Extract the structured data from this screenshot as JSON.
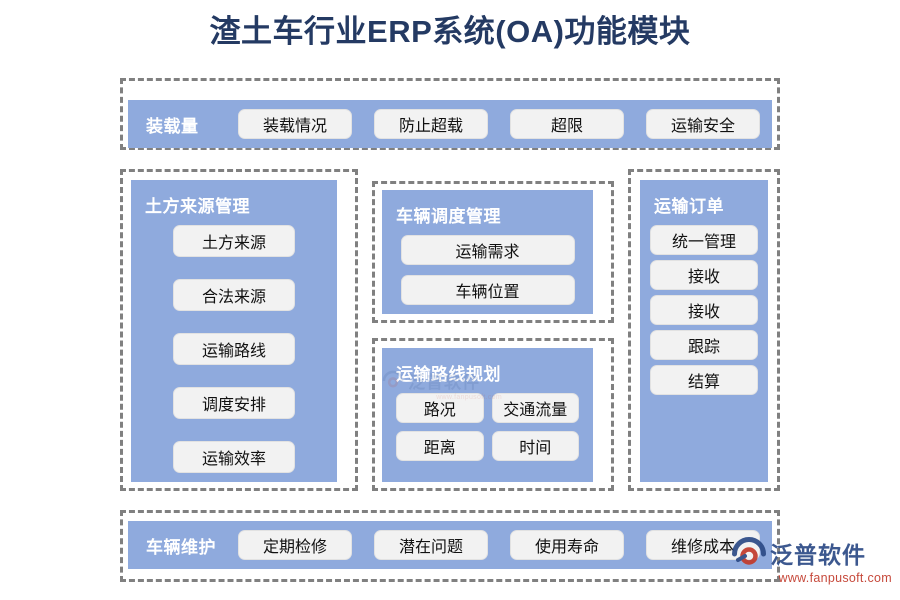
{
  "title": "渣土车行业ERP系统(OA)功能模块",
  "colors": {
    "title_text": "#243a63",
    "panel_blue": "#8faadd",
    "pill_fill": "#f2f2f2",
    "dashed_border": "#808080",
    "watermark_text": "#2c4a86",
    "watermark_url": "#c23a2b"
  },
  "sections": {
    "loading": {
      "header": "装载量",
      "items": [
        "装载情况",
        "防止超载",
        "超限",
        "运输安全"
      ]
    },
    "earth_source": {
      "header": "土方来源管理",
      "items": [
        "土方来源",
        "合法来源",
        "运输路线",
        "调度安排",
        "运输效率"
      ]
    },
    "vehicle_dispatch": {
      "header": "车辆调度管理",
      "items": [
        "运输需求",
        "车辆位置"
      ]
    },
    "route_planning": {
      "header": "运输路线规划",
      "items": [
        "路况",
        "交通流量",
        "距离",
        "时间"
      ]
    },
    "transport_orders": {
      "header": "运输订单",
      "items": [
        "统一管理",
        "接收",
        "接收",
        "跟踪",
        "结算"
      ]
    },
    "vehicle_maintenance": {
      "header": "车辆维护",
      "items": [
        "定期检修",
        "潜在问题",
        "使用寿命",
        "维修成本"
      ]
    }
  },
  "watermark": {
    "brand": "泛普软件",
    "url": "www.fanpusoft.com"
  }
}
